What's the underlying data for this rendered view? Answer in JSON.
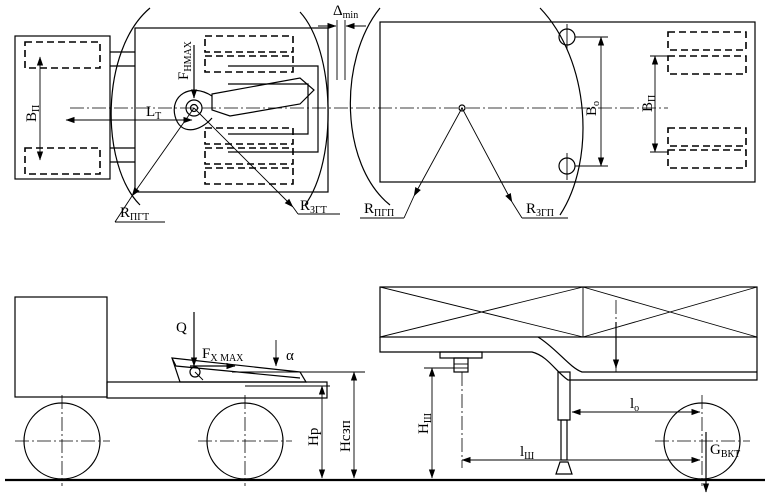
{
  "labels": {
    "b_p_left": "В",
    "b_p_left_sub": "П",
    "b_p_right": "В",
    "b_p_right_sub": "П",
    "f_n": "F",
    "f_n_sub": "НМАХ",
    "l_t": "L",
    "l_t_sub": "Т",
    "delta": "Δ",
    "delta_sub": "min",
    "b_o": "В",
    "b_o_sub": "о",
    "r_pgt": "R",
    "r_pgt_sub": "ПГТ",
    "r_zgt": "R",
    "r_zgt_sub": "ЗГТ",
    "r_pgp": "R",
    "r_pgp_sub": "ПГП",
    "r_zgp": "R",
    "r_zgp_sub": "ЗГП",
    "q": "Q",
    "f_x": "F",
    "f_x_sub": "Х МАХ",
    "alpha": "α",
    "h_r": "Нр",
    "h_szp": "Нсзп",
    "h_sh": "Н",
    "h_sh_sub": "Ш",
    "l_o": "l",
    "l_o_sub": "о",
    "l_sh": "l",
    "l_sh_sub": "Ш",
    "g_vkt": "G",
    "g_vkt_sub": "ВКТ"
  }
}
